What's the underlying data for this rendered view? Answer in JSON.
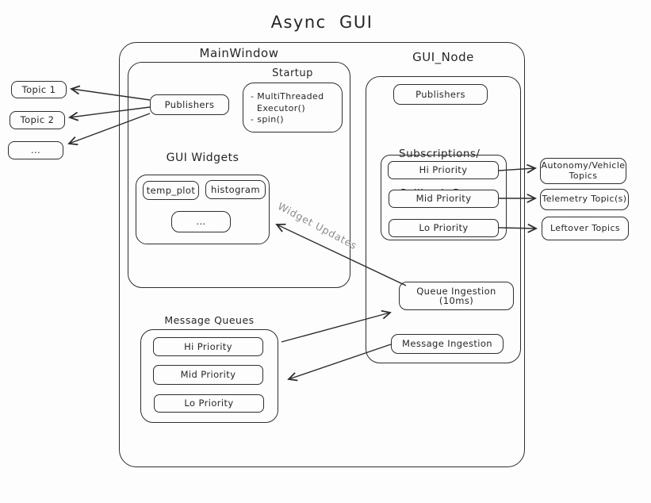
{
  "title": "Async  GUI",
  "left_topics": [
    "Topic 1",
    "Topic 2",
    "..."
  ],
  "main_window": {
    "label": "MainWindow",
    "publishers": "Publishers",
    "startup": {
      "label": "Startup",
      "line1": "- MultiThreaded",
      "line2": "Executor()",
      "line3": "- spin()"
    },
    "gui_widgets": {
      "label": "GUI Widgets",
      "widget1": "temp_plot",
      "widget2": "histogram",
      "widget3": "..."
    }
  },
  "message_queues": {
    "label": "Message Queues",
    "hi": "Hi Priority",
    "mid": "Mid Priority",
    "lo": "Lo Priority"
  },
  "gui_node": {
    "label": "GUI_Node",
    "publishers": "Publishers",
    "subscriptions_line1": "Subscriptions/",
    "subscriptions_line2": "Callback Groups",
    "callback_groups": {
      "hi": "Hi Priority",
      "mid": "Mid Priority",
      "lo": "Lo Priority"
    },
    "queue_ingestion": "Queue Ingestion (10ms)",
    "message_ingestion": "Message Ingestion"
  },
  "right_topics": {
    "autonomy": "Autonomy/Vehicle Topics",
    "telemetry": "Telemetry Topic(s)",
    "leftover": "Leftover Topics"
  },
  "annotations": {
    "widget_updates": "Widget Updates"
  },
  "colors": {
    "stroke": "#2e2e2e",
    "background": "#fdfdfd",
    "muted_text": "#8c8c8c"
  }
}
